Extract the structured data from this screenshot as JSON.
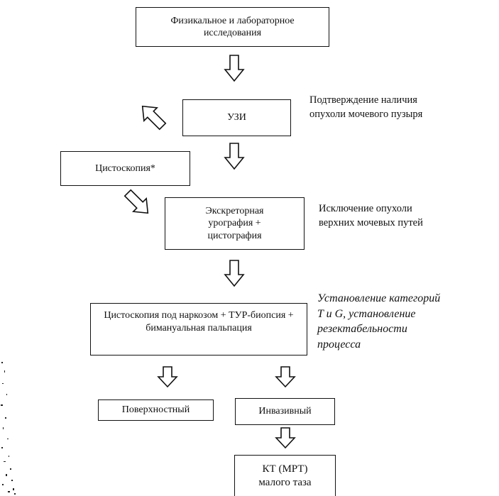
{
  "boxes": {
    "exam": "Физикальное и лабораторное исследования",
    "uzi": "УЗИ",
    "cystoscopy": "Цистоскопия*",
    "urography": "Экскреторная урография + цистография",
    "tur": "Цистоскопия под наркозом + ТУР-биопсия + бимануальная пальпация",
    "superficial": "Поверхностный",
    "invasive": "Инвазивный",
    "ct": "КТ (МРТ) малого таза"
  },
  "notes": {
    "confirm": "Подтверждение наличия опухоли мочевого пузыря",
    "exclude": "Исключение опухоли верхних мочевых путей",
    "staging": "Установление категорий T и G, установление резектабельности процесса"
  },
  "colors": {
    "ink": "#111111",
    "background": "#ffffff"
  }
}
